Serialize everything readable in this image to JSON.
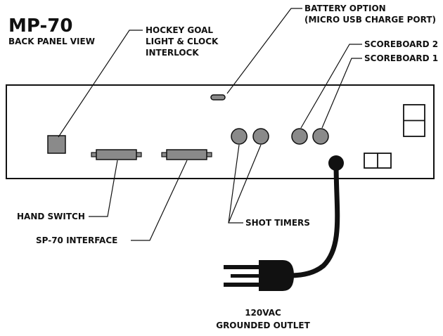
{
  "title": "MP-70",
  "subtitle": "BACK PANEL VIEW",
  "labels": {
    "hockey_goal_line1": "HOCKEY GOAL",
    "hockey_goal_line2": "LIGHT & CLOCK",
    "hockey_goal_line3": "INTERLOCK",
    "battery_line1": "BATTERY OPTION",
    "battery_line2": "(MICRO USB CHARGE PORT)",
    "scoreboard2": "SCOREBOARD 2",
    "scoreboard1": "SCOREBOARD 1",
    "hand_switch": "HAND SWITCH",
    "sp70_interface": "SP-70 INTERFACE",
    "shot_timers": "SHOT TIMERS",
    "outlet_line1": "120VAC",
    "outlet_line2": "GROUNDED OUTLET"
  },
  "colors": {
    "connector_fill": "#8a8a8a",
    "outline": "#111111",
    "cord": "#111111",
    "background": "#ffffff"
  }
}
